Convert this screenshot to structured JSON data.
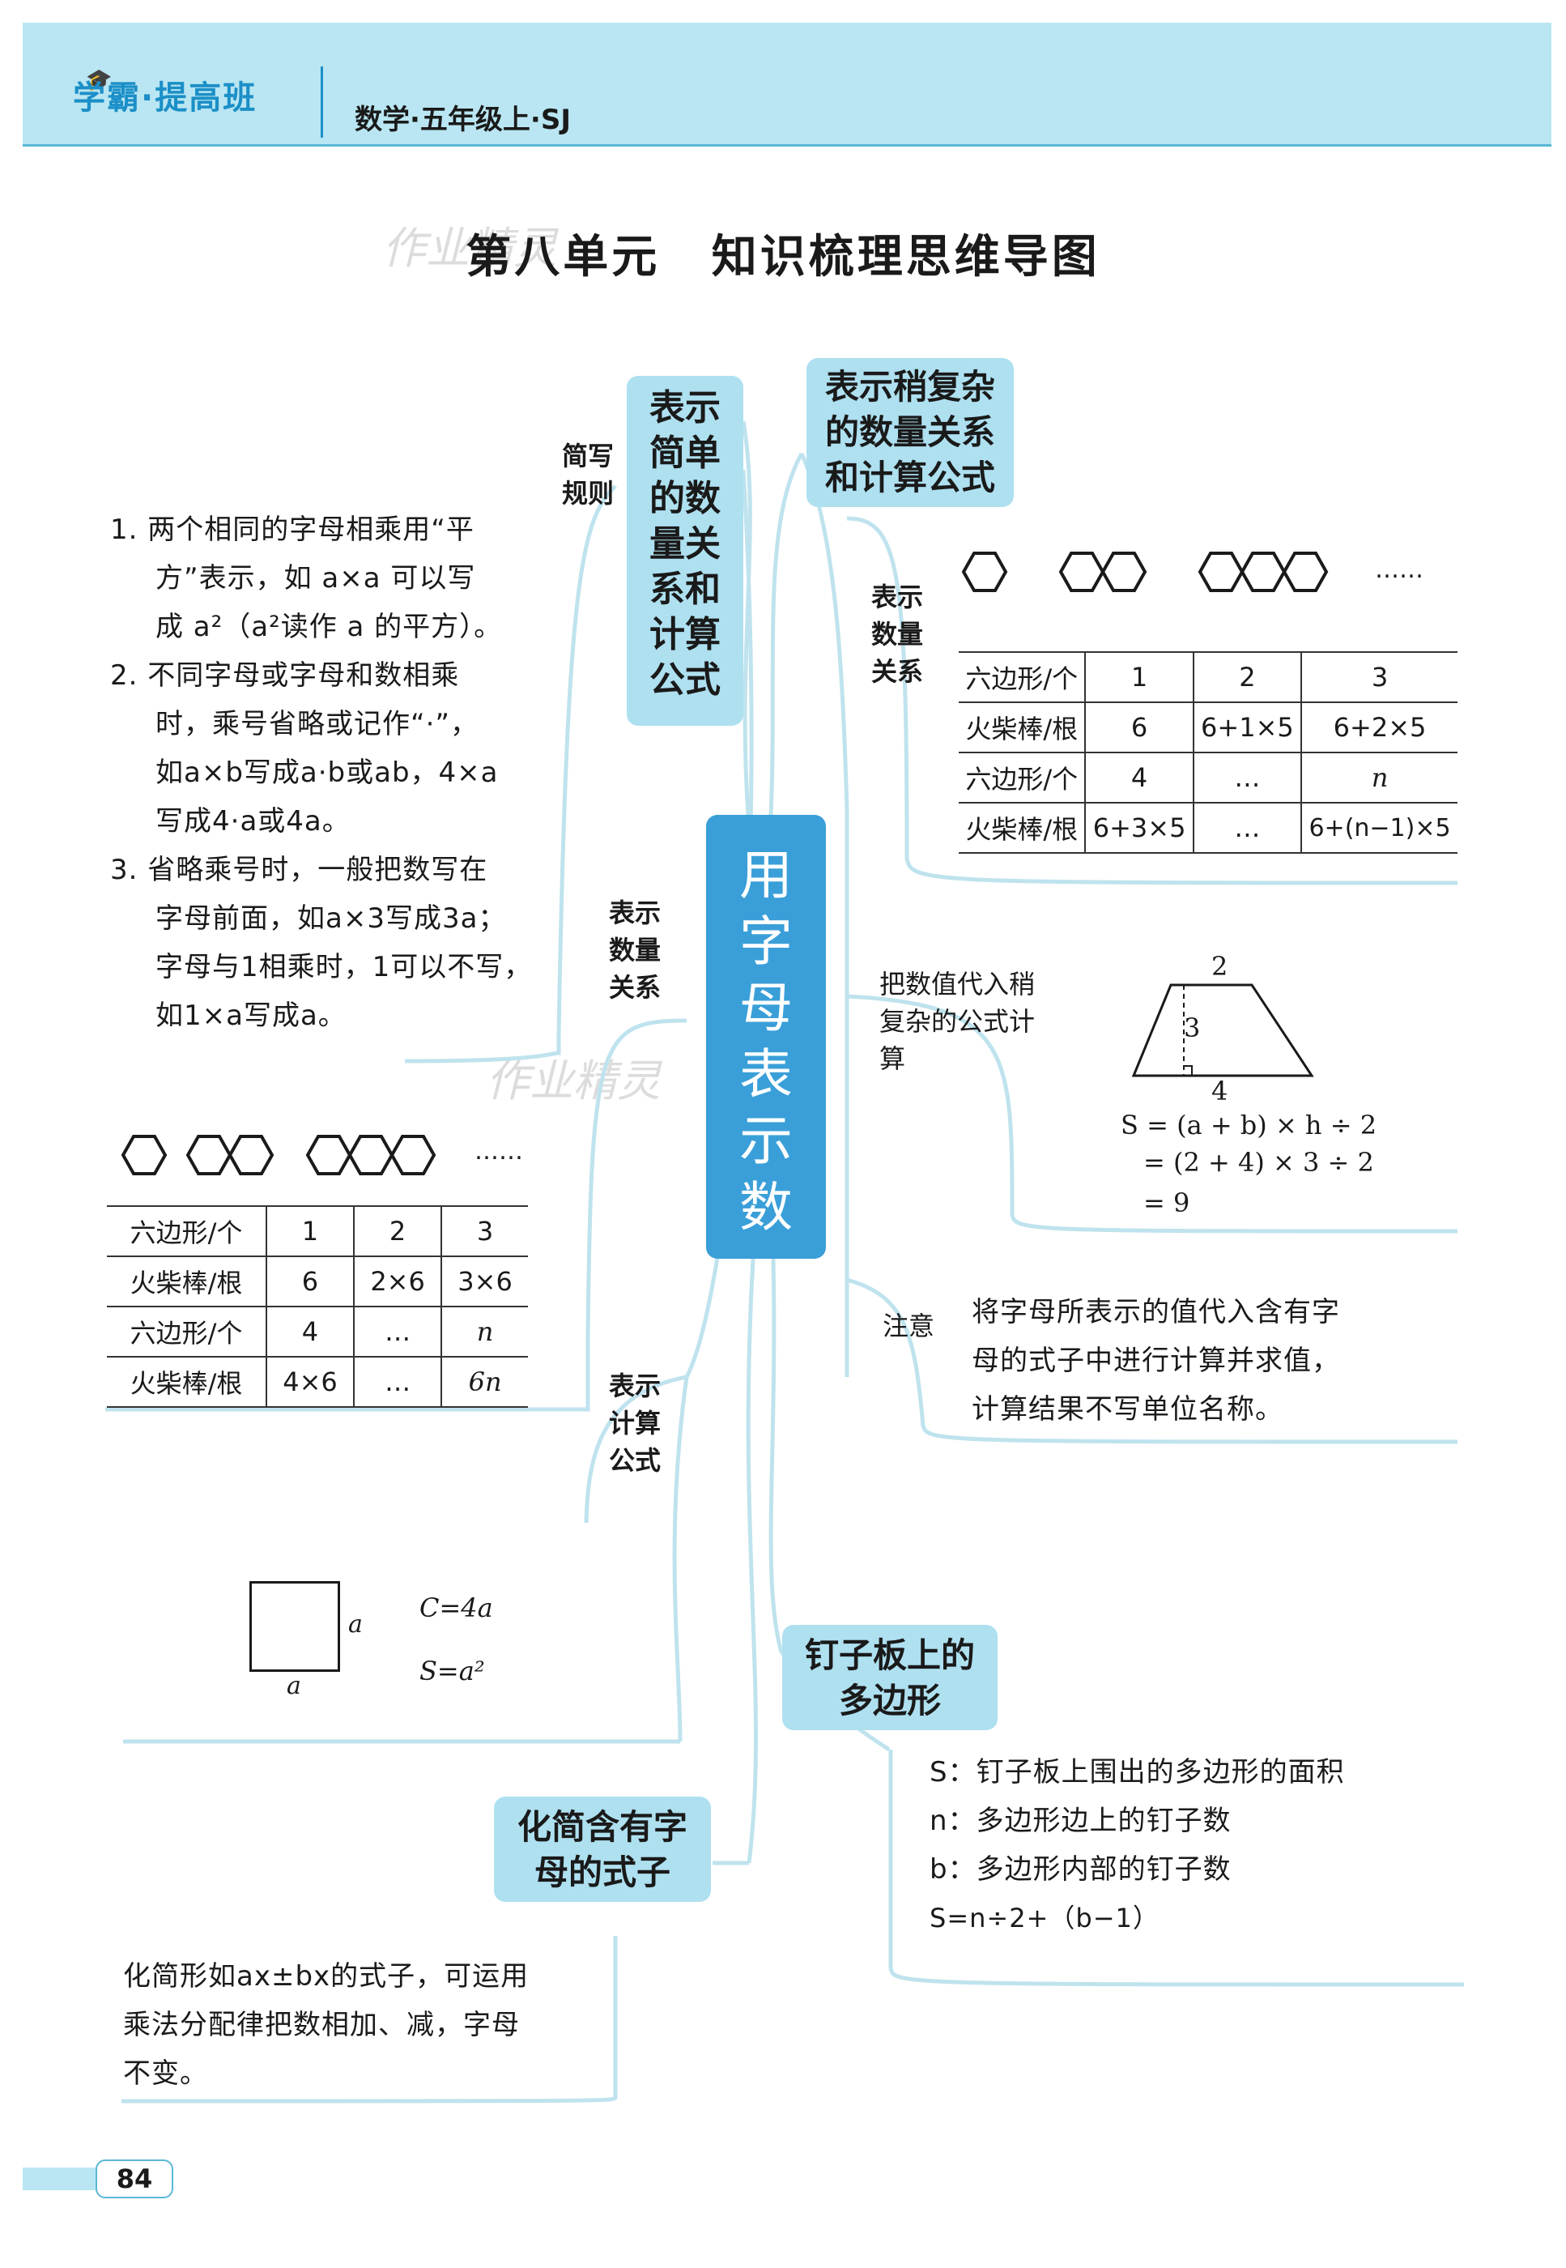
{
  "header": {
    "brand": "学霸·提高班",
    "subject": "数学·五年级上·SJ"
  },
  "page_title": {
    "unit": "第八单元",
    "title": "知识梳理思维导图"
  },
  "watermark": "作业精灵",
  "center": [
    "用",
    "字",
    "母",
    "表",
    "示",
    "数"
  ],
  "branch_simple": {
    "title": "表示简单的数量关系和计算公式",
    "label_rules": "简写规则",
    "rules": [
      [
        "1. 两个相同的字母相乘用“平",
        "方”表示，如 a×a 可以写",
        "成 a²（a²读作 a 的平方）。"
      ],
      [
        "2. 不同字母或字母和数相乘",
        "时，乘号省略或记作“·”，",
        "如a×b写成a·b或ab，4×a",
        "写成4·a或4a。"
      ],
      [
        "3. 省略乘号时，一般把数写在",
        "字母前面，如a×3写成3a；",
        "字母与1相乘时，1可以不写，",
        "如1×a写成a。"
      ]
    ],
    "label_quantity": "表示数量关系",
    "table": [
      [
        "六边形/个",
        "1",
        "2",
        "3"
      ],
      [
        "火柴棒/根",
        "6",
        "2×6",
        "3×6"
      ],
      [
        "六边形/个",
        "4",
        "…",
        "n"
      ],
      [
        "火柴棒/根",
        "4×6",
        "…",
        "6n"
      ]
    ],
    "dots": "……",
    "label_formula": "表示计算公式",
    "square_side": "a",
    "formula_c": "C=4a",
    "formula_s": "S=a²"
  },
  "branch_complex": {
    "title": "表示稍复杂的数量关系和计算公式",
    "label_quantity": "表示数量关系",
    "dots": "……",
    "table": [
      [
        "六边形/个",
        "1",
        "2",
        "3"
      ],
      [
        "火柴棒/根",
        "6",
        "6+1×5",
        "6+2×5"
      ],
      [
        "六边形/个",
        "4",
        "…",
        "n"
      ],
      [
        "火柴棒/根",
        "6+3×5",
        "…",
        "6+(n−1)×5"
      ]
    ],
    "label_substitute": "把数值代入稍复杂的公式计算",
    "trap_top": "2",
    "trap_height": "3",
    "trap_bottom": "4",
    "calc": [
      "S = (a + b) × h ÷ 2",
      "= (2 + 4) × 3 ÷ 2",
      "= 9"
    ],
    "label_note": "注意",
    "note": [
      "将字母所表示的值代入含有字",
      "母的式子中进行计算并求值，",
      "计算结果不写单位名称。"
    ]
  },
  "branch_pegboard": {
    "title": "钉子板上的多边形",
    "lines": [
      "S：钉子板上围出的多边形的面积",
      "n：多边形边上的钉子数",
      "b：多边形内部的钉子数",
      "S=n÷2+（b−1）"
    ]
  },
  "branch_simplify": {
    "title": "化简含有字母的式子",
    "lines": [
      "化简形如ax±bx的式子，可运用",
      "乘法分配律把数相加、减，字母",
      "不变。"
    ]
  },
  "page_number": "84",
  "colors": {
    "accent": "#3a9fd8",
    "box": "#aee0f0",
    "line": "#bfe3ee"
  }
}
